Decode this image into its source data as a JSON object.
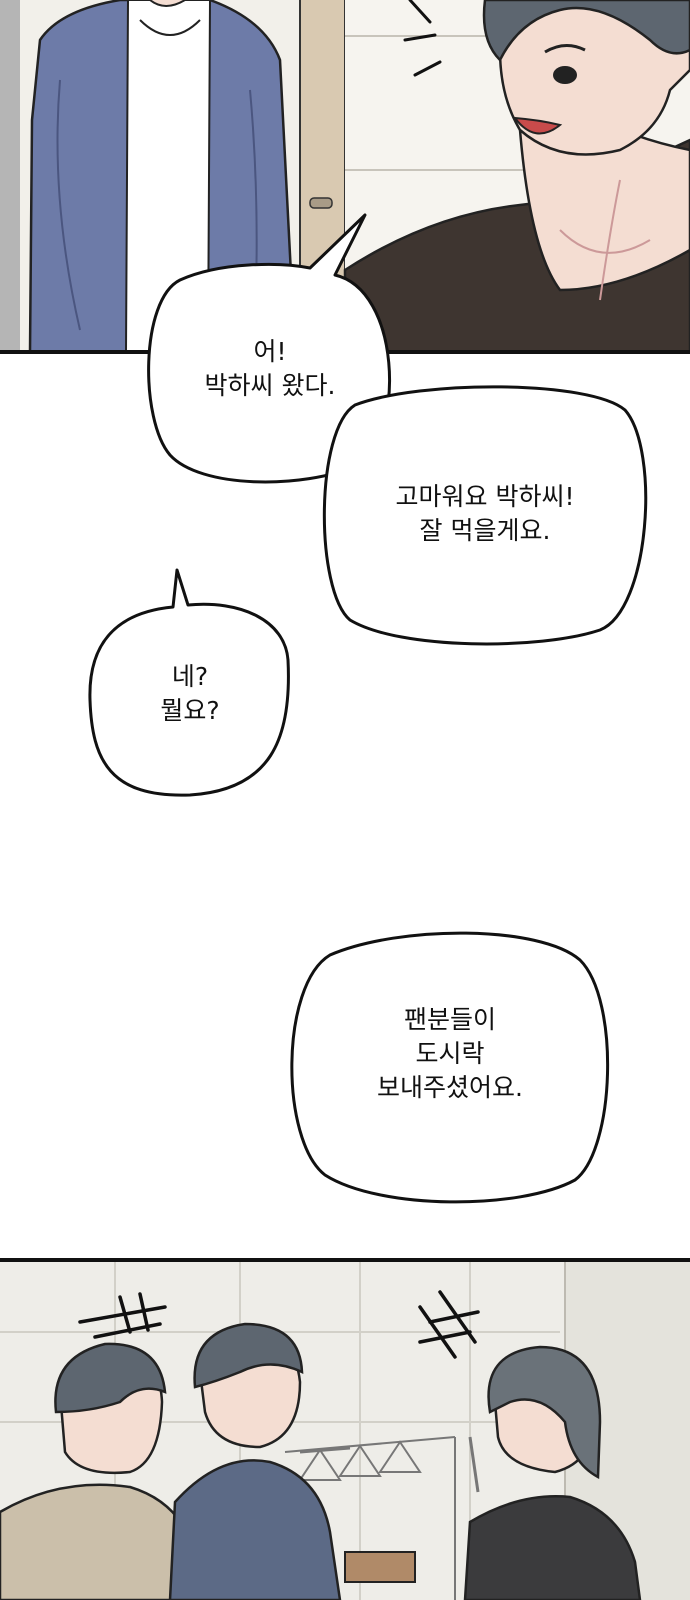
{
  "colors": {
    "ink": "#111111",
    "cardigan": "#6d7ba8",
    "skin": "#f4ddd2",
    "dark-shirt": "#3e3530",
    "hair": "#5d6670",
    "wall": "#f3f1ec"
  },
  "dialogue": {
    "bubble1": "어!\n박하씨 왔다.",
    "bubble2": "고마워요 박하씨!\n잘 먹을게요.",
    "bubble3": "네?\n뭘요?",
    "bubble4": "팬분들이\n도시락\n보내주셨어요."
  }
}
